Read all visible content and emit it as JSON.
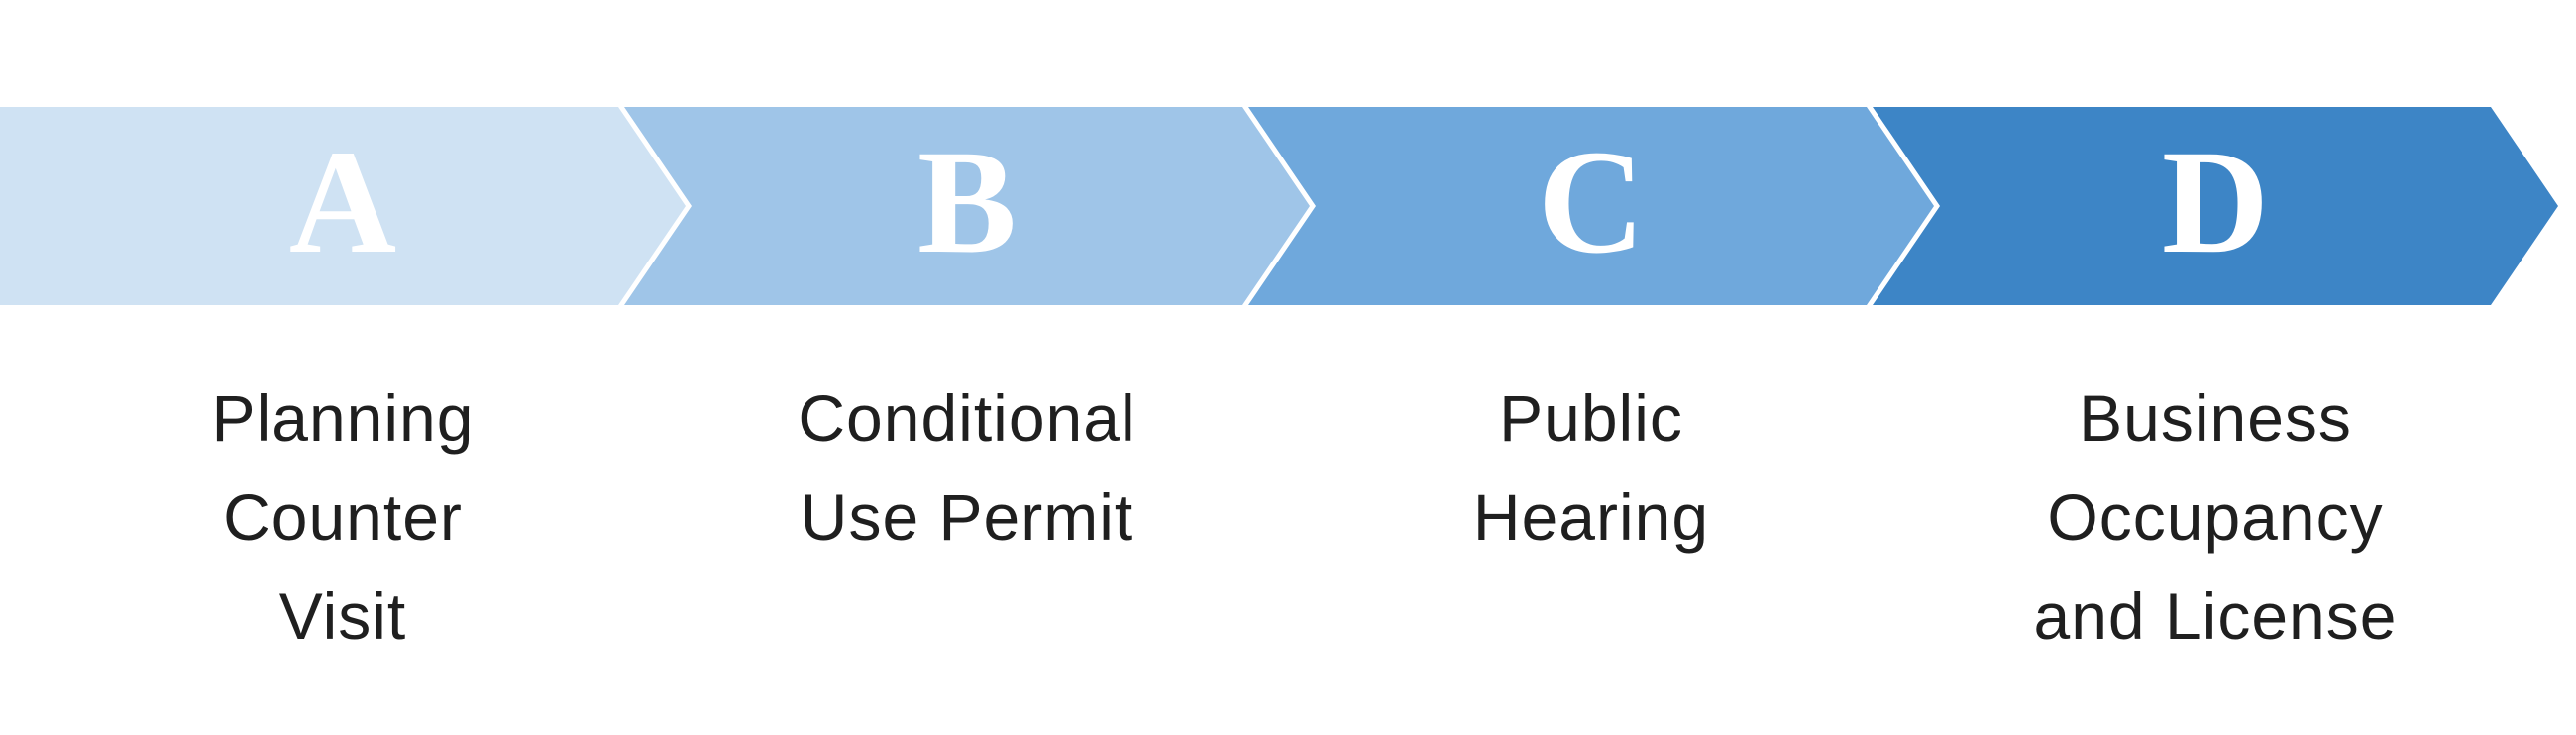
{
  "diagram": {
    "type": "process-chevron-flow",
    "text_color_on_shapes": "#ffffff",
    "caption_text_color": "#1f1f1f",
    "stages": [
      {
        "letter": "A",
        "color": "#cfe2f3",
        "caption": "Planning Counter Visit",
        "caption_lines": {
          "0": "Planning",
          "1": "Counter",
          "2": "Visit"
        }
      },
      {
        "letter": "B",
        "color": "#9fc5e8",
        "caption": "Conditional Use Permit",
        "caption_lines": {
          "0": "Conditional",
          "1": "Use Permit"
        }
      },
      {
        "letter": "C",
        "color": "#6fa8dc",
        "caption": "Public Hearing",
        "caption_lines": {
          "0": "Public",
          "1": "Hearing"
        }
      },
      {
        "letter": "D",
        "color": "#3d85c6",
        "caption": "Business Occupancy and License",
        "caption_lines": {
          "0": "Business",
          "1": "Occupancy",
          "2": "and License"
        }
      }
    ]
  }
}
